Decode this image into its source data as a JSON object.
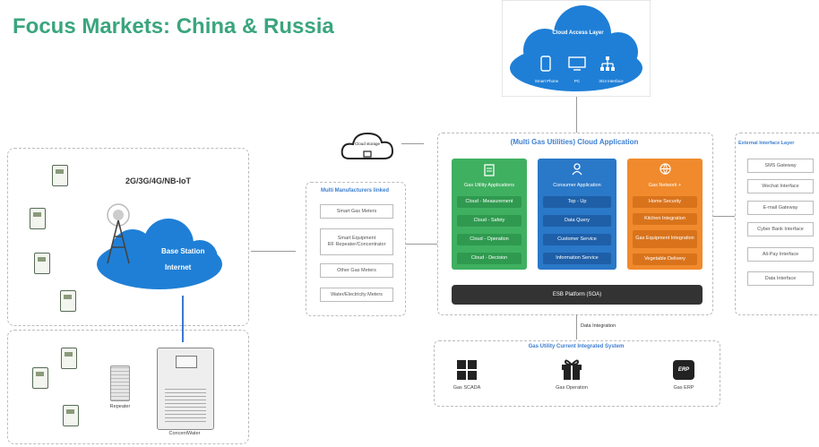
{
  "title": "Focus Markets: China & Russia",
  "colors": {
    "title": "#3aa57e",
    "cloud": "#1f7fd6",
    "green": "#3fb060",
    "blue": "#2a78c8",
    "orange": "#f08a2c",
    "dark": "#333333"
  },
  "cloud_access": {
    "title": "Cloud Access Layer",
    "items": [
      "Smart Phone",
      "PC",
      "3G4 Interface"
    ],
    "icons": [
      "phone-icon",
      "pc-icon",
      "network-icon"
    ]
  },
  "cloud_storage": {
    "label": "Cloud storage"
  },
  "network": {
    "tech": "2G/3G/4G/NB-IoT",
    "base_station": "Base Station",
    "internet": "Internet"
  },
  "local": {
    "repeater": "Repeater",
    "concentrator": "ConcentWater"
  },
  "manufacturers": {
    "title": "Multi Manufacturers linked",
    "items": [
      "Smart Gas Meters",
      "Smart Equipment\nRF Repeater/Concentrator",
      "Other Gas Meters",
      "Water/Electricity Meters"
    ]
  },
  "cloud_app": {
    "title": "(Multi Gas Utilities) Cloud Application",
    "columns": [
      {
        "header": "Gas Utility Applications",
        "icon": "document-icon",
        "items": [
          "Cloud - Measurement",
          "Cloud - Safety",
          "Cloud - Operation",
          "Cloud - Decision"
        ]
      },
      {
        "header": "Consumer Application",
        "icon": "user-icon",
        "items": [
          "Top - Up",
          "Data Query",
          "Customer Service",
          "Information Service"
        ]
      },
      {
        "header": "Gas Network +",
        "icon": "globe-icon",
        "items": [
          "Home Security",
          "Kitchen Integration",
          "Gas Equipment Integration",
          "Vegetable Delivery"
        ]
      }
    ],
    "esb": "ESB Platform (SOA)"
  },
  "external": {
    "title": "External Interface Layer",
    "items": [
      "SMS Gateway",
      "Wechat Interface",
      "E-mail Gateway",
      "Cyber Bank Interface",
      "Ali-Pay Interface",
      "Data Interface"
    ]
  },
  "data_integration": "Data Integration",
  "integrated": {
    "title": "Gas Utility Current Integrated System",
    "items": [
      "Gas SCADA",
      "Gas Operation",
      "Gas ERP"
    ],
    "icons": [
      "grid-icon",
      "gift-icon",
      "erp-icon"
    ],
    "erp_badge": "ERP"
  }
}
